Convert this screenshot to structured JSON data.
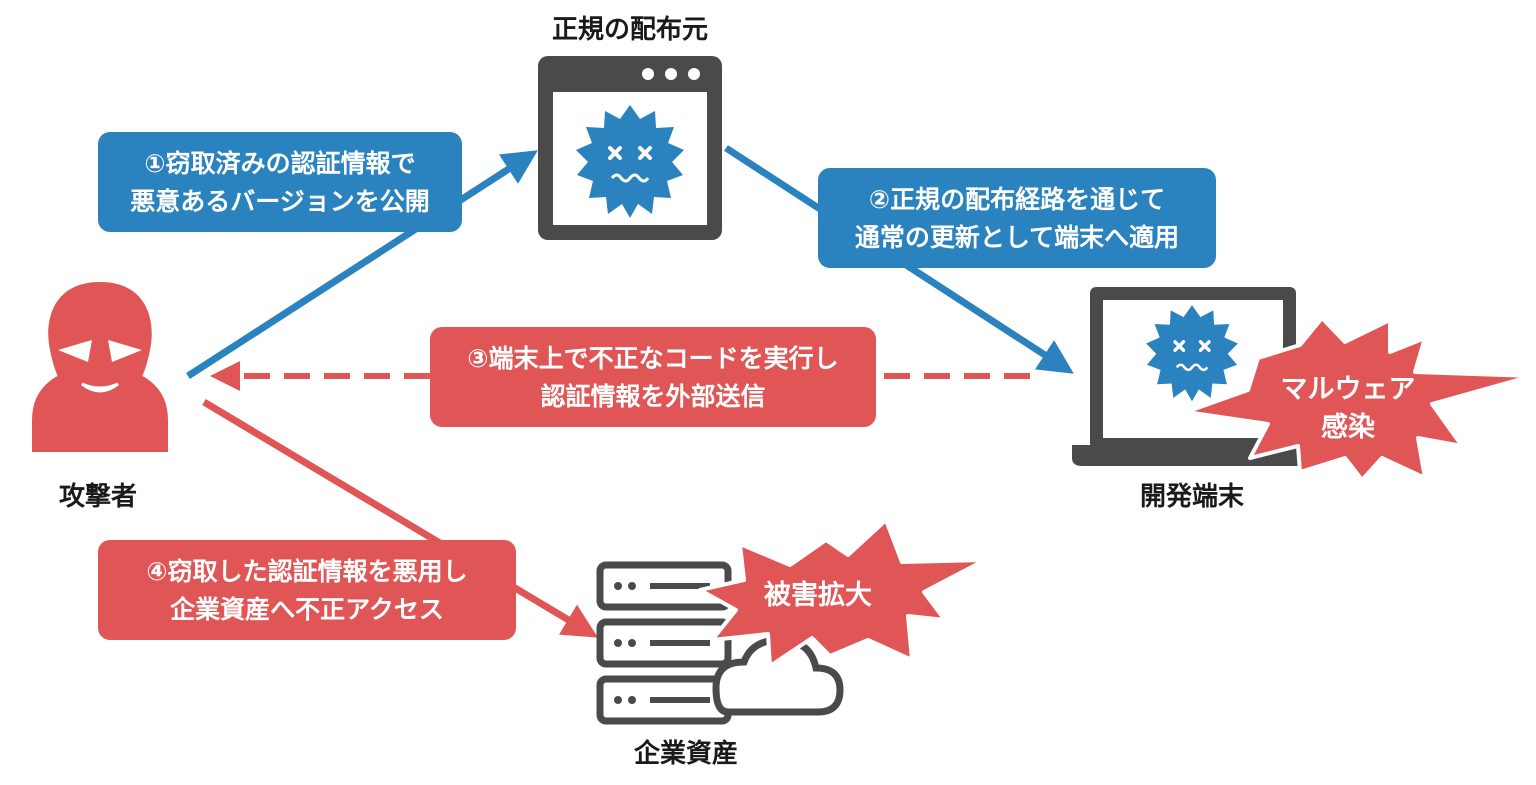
{
  "nodes": {
    "distributor": "正規の配布元",
    "attacker": "攻撃者",
    "dev_terminal": "開発端末",
    "corporate_assets": "企業資産"
  },
  "steps": {
    "step1": {
      "line1": "①窃取済みの認証情報で",
      "line2": "悪意あるバージョンを公開"
    },
    "step2": {
      "line1": "②正規の配布経路を通じて",
      "line2": "通常の更新として端末へ適用"
    },
    "step3": {
      "line1": "③端末上で不正なコードを実行し",
      "line2": "認証情報を外部送信"
    },
    "step4": {
      "line1": "④窃取した認証情報を悪用し",
      "line2": "企業資産へ不正アクセス"
    }
  },
  "bursts": {
    "malware": {
      "line1": "マルウェア",
      "line2": "感染"
    },
    "damage": "被害拡大"
  },
  "colors": {
    "blue": "#2a82be",
    "red": "#e05656",
    "dark": "#4a4a4a"
  }
}
